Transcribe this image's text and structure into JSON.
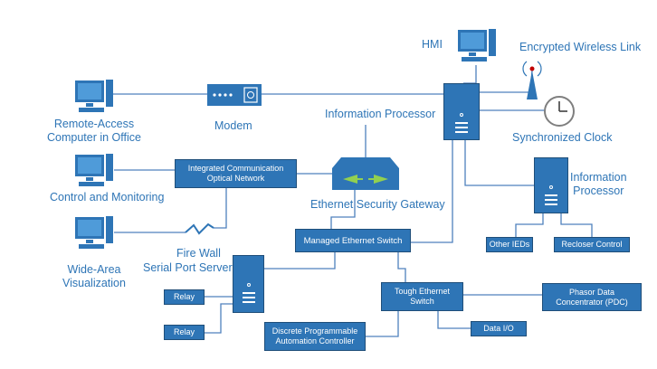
{
  "nodes": {
    "hmi": "HMI",
    "wireless": "Encrypted Wireless Link",
    "remote_access": [
      "Remote-Access",
      "Computer in Office"
    ],
    "modem": "Modem",
    "info_processor_main": "Information Processor",
    "sync_clock": "Synchronized Clock",
    "control_monitoring": "Control and Monitoring",
    "optical_network": [
      "Integrated Communication",
      "Optical Network"
    ],
    "info_processor_2": [
      "Information",
      "Processor"
    ],
    "security_gateway": "Ethernet Security Gateway",
    "wide_area": [
      "Wide-Area",
      "Visualization"
    ],
    "fire_wall": "Fire Wall",
    "serial_server": "Serial Port Server",
    "managed_switch": "Managed Ethernet Switch",
    "other_ieds": "Other IEDs",
    "recloser": "Recloser Control",
    "relay_1": "Relay",
    "relay_2": "Relay",
    "tough_switch": [
      "Tough Ethernet",
      "Switch"
    ],
    "pdc": [
      "Phasor Data",
      "Concentrator (PDC)"
    ],
    "data_io": "Data I/O",
    "dpac": [
      "Discrete Programmable",
      "Automation Controller"
    ]
  },
  "colors": {
    "accent": "#2e75b6",
    "border": "#1f4e79",
    "wire": "#4f81bd",
    "gateway_arrows": "#92d050"
  }
}
